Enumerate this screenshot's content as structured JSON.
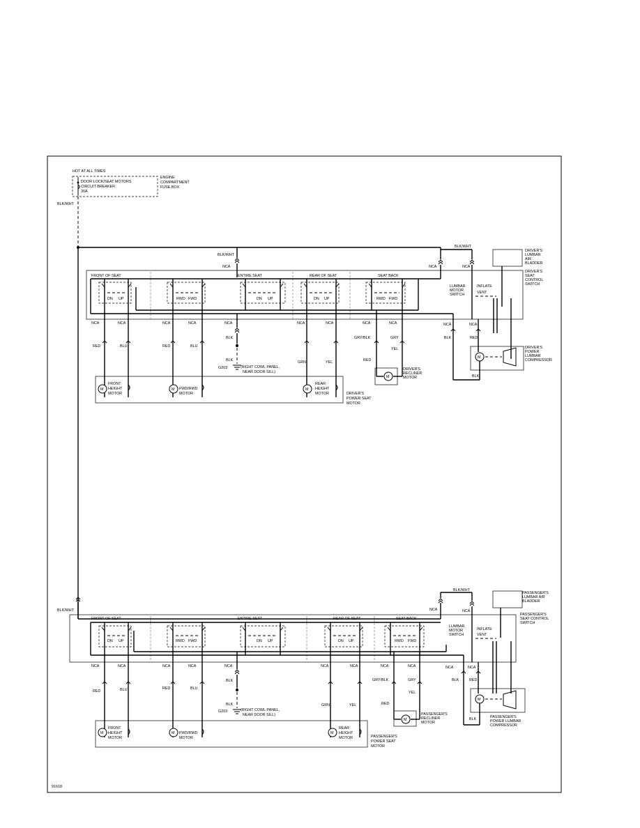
{
  "power": {
    "hot_label": "HOT AT ALL TIMES",
    "breaker_line1": "DOOR LOCK/SEAT MOTORS",
    "breaker_line2": "CIRCUIT BREAKER",
    "breaker_rating": "30A",
    "fusebox_line1": "ENGINE",
    "fusebox_line2": "COMPARTMENT",
    "fusebox_line3": "FUSE BOX",
    "feed_wire": "BLK/WHT"
  },
  "driver": {
    "feed_wire": "BLK/WHT",
    "nca": "NCA",
    "sections": [
      "FRONT OF SEAT",
      "ENTIRE SEAT",
      "REAR OF SEAT",
      "SEAT BACK"
    ],
    "switches": [
      [
        "DN",
        "UP"
      ],
      [
        "RWD",
        "FWD"
      ],
      [
        "DN",
        "UP"
      ],
      [
        "RWD",
        "FWD"
      ]
    ],
    "wires": {
      "front_a": "RED",
      "front_b": "BLU",
      "fwd_a": "RED",
      "fwd_b": "BLU",
      "ground": "BLK",
      "rear_a": "GRN",
      "rear_b": "YEL",
      "recl_a": "GRY/BLK",
      "recl_b": "GRY",
      "recl_c": "RED",
      "recl_d": "YEL",
      "lumbar_gnd": "BLK",
      "comp_a": "RED",
      "comp_b": "BLK"
    },
    "ground_id": "G203",
    "ground_note": "(RIGHT COWL PANEL,",
    "ground_note2": "NEAR DOOR SILL)",
    "motors": {
      "front_l1": "FRONT",
      "front_l2": "HEIGHT",
      "front_l3": "MOTOR",
      "fwd_l1": "FWD/RWD",
      "fwd_l2": "MOTOR",
      "rear_l1": "REAR",
      "rear_l2": "HEIGHT",
      "rear_l3": "MOTOR",
      "assembly_l1": "DRIVER'S",
      "assembly_l2": "POWER SEAT",
      "assembly_l3": "MOTOR"
    },
    "recliner_l1": "DRIVER'S",
    "recliner_l2": "RECLINER",
    "recliner_l3": "MOTOR",
    "lumbar_switch_l1": "LUMBAR",
    "lumbar_switch_l2": "MOTOR",
    "lumbar_switch_l3": "SWITCH",
    "inflate": "INFLATE",
    "vent": "VENT",
    "control_l1": "DRIVER'S",
    "control_l2": "SEAT",
    "control_l3": "CONTROL",
    "control_l4": "SWITCH",
    "bladder_l1": "DRIVER'S",
    "bladder_l2": "LUMBAR",
    "bladder_l3": "AIR",
    "bladder_l4": "BLADDER",
    "compressor_l1": "DRIVER'S",
    "compressor_l2": "POWER",
    "compressor_l3": "LUMBAR",
    "compressor_l4": "COMPRESSOR"
  },
  "passenger": {
    "feed_wire": "BLK/WHT",
    "feed_wire_left": "BLK/WHT",
    "nca": "NCA",
    "sections": [
      "FRONT OF SEAT",
      "ENTIRE SEAT",
      "REAR OF SEAT",
      "SEAT BACK"
    ],
    "switches": [
      [
        "DN",
        "UP"
      ],
      [
        "RWD",
        "FWD"
      ],
      [
        "DN",
        "UP"
      ],
      [
        "DN",
        "UP"
      ],
      [
        "RWD",
        "FWD"
      ]
    ],
    "wires": {
      "front_a": "RED",
      "front_b": "BLU",
      "fwd_a": "RED",
      "fwd_b": "BLU",
      "ground": "BLK",
      "rear_a": "GRN",
      "rear_b": "YEL",
      "recl_a": "GRY/BLK",
      "recl_b": "GRY",
      "recl_c": "RED",
      "recl_d": "YEL",
      "lumbar_gnd": "BLK",
      "comp_a": "RED",
      "comp_b": "BLK"
    },
    "ground_id": "G203",
    "ground_note": "(RIGHT COWL PANEL,",
    "ground_note2": "NEAR DOOR SILL)",
    "motors": {
      "front_l1": "FRONT",
      "front_l2": "HEIGHT",
      "front_l3": "MOTOR",
      "fwd_l1": "FWD/RWD",
      "fwd_l2": "MOTOR",
      "rear_l1": "REAR",
      "rear_l2": "HEIGHT",
      "rear_l3": "MOTOR",
      "assembly_l1": "PASSENGER'S",
      "assembly_l2": "POWER SEAT",
      "assembly_l3": "MOTOR"
    },
    "recliner_l1": "PASSENGER'S",
    "recliner_l2": "RECLINER",
    "recliner_l3": "MOTOR",
    "lumbar_switch_l1": "LUMBAR",
    "lumbar_switch_l2": "MOTOR",
    "lumbar_switch_l3": "SWITCH",
    "inflate": "INFLATE",
    "vent": "VENT",
    "control_l1": "PASSENGER'S",
    "control_l2": "SEAT CONTROL",
    "control_l3": "SWITCH",
    "bladder_l1": "PASSENGER'S",
    "bladder_l2": "LUMBAR AIR",
    "bladder_l3": "BLADDER",
    "compressor_l1": "PASSENGER'S",
    "compressor_l2": "POWER LUMBAR",
    "compressor_l3": "COMPRESSOR"
  },
  "figure_id": "91618",
  "motor_symbol": "M"
}
